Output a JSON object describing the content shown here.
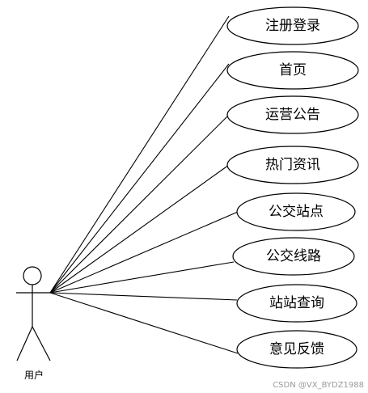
{
  "diagram": {
    "actor": {
      "label": "用户"
    },
    "use_cases": [
      {
        "label": "注册登录"
      },
      {
        "label": "首页"
      },
      {
        "label": "运营公告"
      },
      {
        "label": "热门资讯"
      },
      {
        "label": "公交站点"
      },
      {
        "label": "公交线路"
      },
      {
        "label": "站站查询"
      },
      {
        "label": "意见反馈"
      }
    ]
  },
  "watermark": "CSDN @VX_BYDZ1988"
}
